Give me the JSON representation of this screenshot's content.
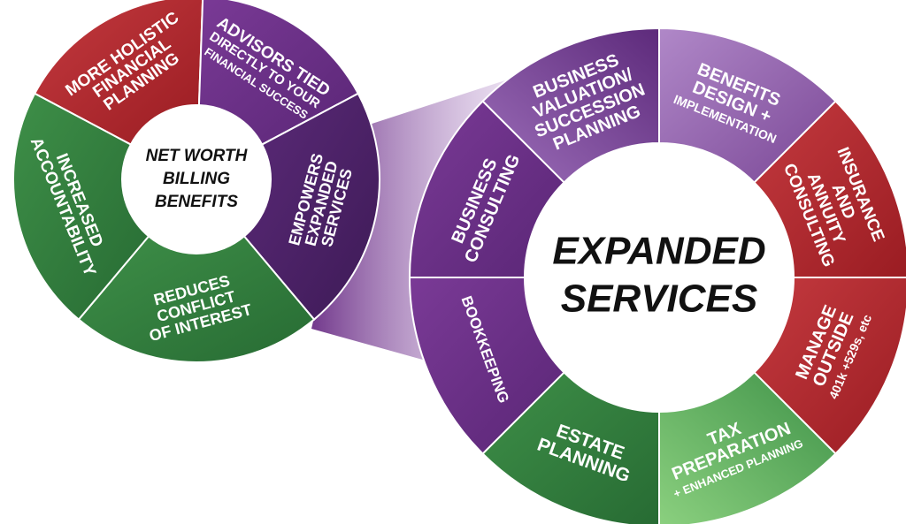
{
  "colors": {
    "red": "#b0232a",
    "red_light": "#c43a3f",
    "green": "#2f7d3c",
    "green_light": "#6dbb6a",
    "purple": "#6b2f86",
    "purple_dark": "#4a2166",
    "purple_light": "#a77ac0"
  },
  "left_wheel": {
    "center_lines": [
      "NET WORTH",
      "BILLING",
      "BENEFITS"
    ],
    "segments": [
      {
        "id": "holistic",
        "lines": [
          "MORE HOLISTIC",
          "FINANCIAL",
          "PLANNING"
        ],
        "color": "red"
      },
      {
        "id": "advisors",
        "lines": [
          "ADVISORS TIED",
          "DIRECTLY TO YOUR",
          "FINANCIAL SUCCESS"
        ],
        "color": "purple"
      },
      {
        "id": "empowers",
        "lines": [
          "EMPOWERS",
          "EXPANDED",
          "SERVICES"
        ],
        "color": "purple_dark"
      },
      {
        "id": "conflict",
        "lines": [
          "REDUCES",
          "CONFLICT",
          "OF INTEREST"
        ],
        "color": "green"
      },
      {
        "id": "accountability",
        "lines": [
          "INCREASED",
          "ACCOUNTABILITY"
        ],
        "color": "green"
      }
    ]
  },
  "right_wheel": {
    "center_lines": [
      "EXPANDED",
      "SERVICES"
    ],
    "segments": [
      {
        "id": "valuation",
        "lines": [
          "BUSINESS",
          "VALUATION/",
          "SUCCESSION",
          "PLANNING"
        ],
        "color": "purple"
      },
      {
        "id": "benefits",
        "lines": [
          "BENEFITS",
          "DESIGN +",
          "IMPLEMENTATION"
        ],
        "color": "purple_light"
      },
      {
        "id": "insurance",
        "lines": [
          "INSURANCE",
          "AND",
          "ANNUITY",
          "CONSULTING"
        ],
        "color": "red"
      },
      {
        "id": "manage",
        "lines": [
          "MANAGE",
          "OUTSIDE",
          "401k +529s, etc"
        ],
        "color": "red"
      },
      {
        "id": "tax",
        "lines": [
          "TAX",
          "PREPARATION",
          "+ ENHANCED PLANNING"
        ],
        "color": "green_light"
      },
      {
        "id": "estate",
        "lines": [
          "ESTATE",
          "PLANNING"
        ],
        "color": "green"
      },
      {
        "id": "bookkeeping",
        "lines": [
          "BOOKKEEPING"
        ],
        "color": "purple"
      },
      {
        "id": "consulting",
        "lines": [
          "BUSINESS",
          "CONSULTING"
        ],
        "color": "purple"
      }
    ]
  }
}
